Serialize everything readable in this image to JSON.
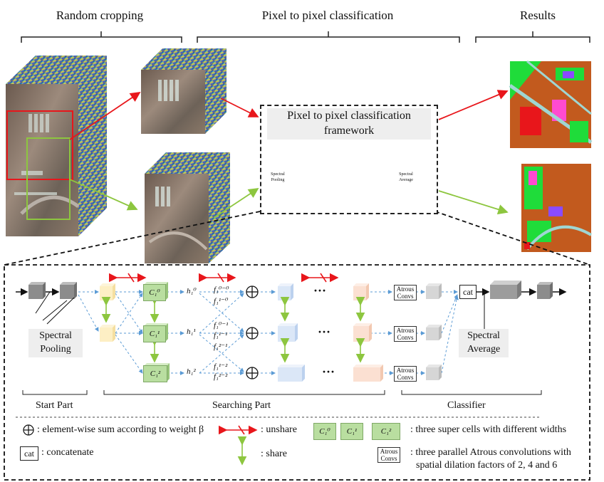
{
  "headers": {
    "random_cropping": "Random cropping",
    "pixel_classification": "Pixel to pixel classification",
    "results": "Results"
  },
  "framework": {
    "title": "Pixel to pixel classification framework",
    "mini_spectral_pooling": "Spectral Pooling",
    "mini_spectral_average": "Spectral Average"
  },
  "detail": {
    "spectral_pooling": "Spectral Pooling",
    "spectral_average": "Spectral Average",
    "atrous_label": "Atrous Convs",
    "cat_label": "cat",
    "dots": "···",
    "h_labels": [
      "h₁⁰",
      "h₁¹",
      "h₁²"
    ],
    "f_labels": [
      "f₁⁰⁻⁰",
      "f₁¹⁻⁰",
      "f₁⁰⁻¹",
      "f₁¹⁻¹",
      "f₁²⁻¹",
      "f₁¹⁻²",
      "f₁²⁻²"
    ],
    "cell_labels": [
      "C₁⁰",
      "C₁¹",
      "C₁²"
    ],
    "sections": {
      "start": "Start Part",
      "searching": "Searching Part",
      "classifier": "Classifier"
    }
  },
  "legend": {
    "sum_text": ": element-wise sum according to weight β",
    "unshare_text": ": unshare",
    "supercells_text": ": three super cells with different widths",
    "cat_text": ": concatenate",
    "share_text": ": share",
    "atrous_text_1": ": three parallel Atrous convolutions with",
    "atrous_text_2": "spatial dilation factors of  2, 4 and 6"
  },
  "colors": {
    "red_arrow": "#e8161b",
    "green_arrow": "#8dc63f",
    "blue_dashed": "#5b9bd5",
    "super_cell": "#b9dea0",
    "yellow_block": "#fdefc4",
    "blue_block": "#dbe7f7",
    "peach_block": "#fbe0d2",
    "gray_block": "#8c8c8c"
  }
}
